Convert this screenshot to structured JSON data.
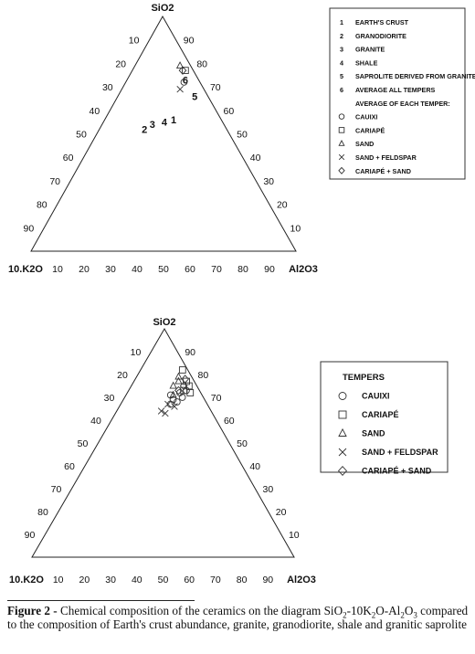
{
  "chart_data": [
    {
      "type": "ternary-scatter",
      "apex_labels": {
        "top": "SiO2",
        "left": "10.K2O",
        "right": "Al2O3"
      },
      "left_axis_ticks": [
        "10",
        "20",
        "30",
        "40",
        "50",
        "60",
        "70",
        "80",
        "90"
      ],
      "right_axis_ticks": [
        "90",
        "80",
        "70",
        "60",
        "50",
        "40",
        "30",
        "20",
        "10"
      ],
      "bottom_axis_ticks": [
        "10",
        "20",
        "30",
        "40",
        "50",
        "60",
        "70",
        "80",
        "90"
      ],
      "legend": [
        {
          "marker": "1",
          "label": "EARTH'S CRUST"
        },
        {
          "marker": "2",
          "label": "GRANODIORITE"
        },
        {
          "marker": "3",
          "label": "GRANITE"
        },
        {
          "marker": "4",
          "label": "SHALE"
        },
        {
          "marker": "5",
          "label": "SAPROLITE DERIVED FROM GRANITE"
        },
        {
          "marker": "6",
          "label": "AVERAGE ALL TEMPERS"
        },
        {
          "marker": "",
          "label": "AVERAGE OF EACH TEMPER:"
        },
        {
          "marker": "circle",
          "label": "CAUIXI"
        },
        {
          "marker": "square",
          "label": "CARIAPÉ"
        },
        {
          "marker": "triangle",
          "label": "SAND"
        },
        {
          "marker": "cross",
          "label": "SAND + FELDSPAR"
        },
        {
          "marker": "diamond",
          "label": "CARIAPÉ + SAND"
        }
      ],
      "numbered_points": [
        {
          "label": "1",
          "SiO2": 56,
          "Al2O3": 26,
          "K2O10": 18
        },
        {
          "label": "2",
          "SiO2": 52,
          "Al2O3": 17,
          "K2O10": 31
        },
        {
          "label": "3",
          "SiO2": 54,
          "Al2O3": 19,
          "K2O10": 27
        },
        {
          "label": "4",
          "SiO2": 55,
          "Al2O3": 23,
          "K2O10": 22
        },
        {
          "label": "5",
          "SiO2": 66,
          "Al2O3": 29,
          "K2O10": 5
        },
        {
          "label": "6",
          "SiO2": 73,
          "Al2O3": 22,
          "K2O10": 5
        }
      ],
      "points": [
        {
          "series": "CAUIXI",
          "marker": "circle",
          "SiO2": 72,
          "Al2O3": 22,
          "K2O10": 6
        },
        {
          "series": "CARIAPÉ",
          "marker": "square",
          "SiO2": 77,
          "Al2O3": 20,
          "K2O10": 3
        },
        {
          "series": "SAND",
          "marker": "triangle",
          "SiO2": 79,
          "Al2O3": 17,
          "K2O10": 4
        },
        {
          "series": "SAND + FELDSPAR",
          "marker": "cross",
          "SiO2": 69,
          "Al2O3": 22,
          "K2O10": 9
        },
        {
          "series": "CARIAPÉ + SAND",
          "marker": "diamond",
          "SiO2": 77,
          "Al2O3": 19,
          "K2O10": 4
        }
      ]
    },
    {
      "type": "ternary-scatter",
      "apex_labels": {
        "top": "SiO2",
        "left": "10.K2O",
        "right": "Al2O3"
      },
      "left_axis_ticks": [
        "10",
        "20",
        "30",
        "40",
        "50",
        "60",
        "70",
        "80",
        "90"
      ],
      "right_axis_ticks": [
        "90",
        "80",
        "70",
        "60",
        "50",
        "40",
        "30",
        "20",
        "10"
      ],
      "bottom_axis_ticks": [
        "10",
        "20",
        "30",
        "40",
        "50",
        "60",
        "70",
        "80",
        "90"
      ],
      "legend_title": "TEMPERS",
      "legend": [
        {
          "marker": "circle",
          "label": "CAUIXI"
        },
        {
          "marker": "square",
          "label": "CARIAPÉ"
        },
        {
          "marker": "triangle",
          "label": "SAND"
        },
        {
          "marker": "cross",
          "label": "SAND + FELDSPAR"
        },
        {
          "marker": "diamond",
          "label": "CARIAPÉ + SAND"
        }
      ],
      "points": [
        {
          "series": "CAUIXI",
          "marker": "circle",
          "SiO2": 69,
          "Al2O3": 19,
          "K2O10": 12
        },
        {
          "series": "CAUIXI",
          "marker": "circle",
          "SiO2": 72,
          "Al2O3": 20,
          "K2O10": 8
        },
        {
          "series": "CAUIXI",
          "marker": "circle",
          "SiO2": 68,
          "Al2O3": 21,
          "K2O10": 11
        },
        {
          "series": "CAUIXI",
          "marker": "circle",
          "SiO2": 71,
          "Al2O3": 17,
          "K2O10": 12
        },
        {
          "series": "CAUIXI",
          "marker": "circle",
          "SiO2": 67,
          "Al2O3": 19,
          "K2O10": 14
        },
        {
          "series": "CAUIXI",
          "marker": "circle",
          "SiO2": 73,
          "Al2O3": 22,
          "K2O10": 5
        },
        {
          "series": "CAUIXI",
          "marker": "circle",
          "SiO2": 70,
          "Al2O3": 22,
          "K2O10": 8
        },
        {
          "series": "CARIAPÉ",
          "marker": "square",
          "SiO2": 82,
          "Al2O3": 16,
          "K2O10": 2
        },
        {
          "series": "CARIAPÉ",
          "marker": "square",
          "SiO2": 77,
          "Al2O3": 20,
          "K2O10": 3
        },
        {
          "series": "CARIAPÉ",
          "marker": "square",
          "SiO2": 75,
          "Al2O3": 22,
          "K2O10": 3
        },
        {
          "series": "CARIAPÉ",
          "marker": "square",
          "SiO2": 72,
          "Al2O3": 24,
          "K2O10": 4
        },
        {
          "series": "CARIAPÉ",
          "marker": "square",
          "SiO2": 73,
          "Al2O3": 21,
          "K2O10": 6
        },
        {
          "series": "SAND",
          "marker": "triangle",
          "SiO2": 79,
          "Al2O3": 16,
          "K2O10": 5
        },
        {
          "series": "SAND",
          "marker": "triangle",
          "SiO2": 77,
          "Al2O3": 17,
          "K2O10": 6
        },
        {
          "series": "SAND",
          "marker": "triangle",
          "SiO2": 75,
          "Al2O3": 16,
          "K2O10": 9
        },
        {
          "series": "SAND",
          "marker": "triangle",
          "SiO2": 71,
          "Al2O3": 18,
          "K2O10": 11
        },
        {
          "series": "SAND + FELDSPAR",
          "marker": "cross",
          "SiO2": 64,
          "Al2O3": 17,
          "K2O10": 19
        },
        {
          "series": "SAND + FELDSPAR",
          "marker": "cross",
          "SiO2": 63,
          "Al2O3": 19,
          "K2O10": 18
        },
        {
          "series": "SAND + FELDSPAR",
          "marker": "cross",
          "SiO2": 67,
          "Al2O3": 18,
          "K2O10": 15
        },
        {
          "series": "SAND + FELDSPAR",
          "marker": "cross",
          "SiO2": 66,
          "Al2O3": 21,
          "K2O10": 13
        },
        {
          "series": "CARIAPÉ + SAND",
          "marker": "diamond",
          "SiO2": 78,
          "Al2O3": 19,
          "K2O10": 3
        },
        {
          "series": "CARIAPÉ + SAND",
          "marker": "diamond",
          "SiO2": 75,
          "Al2O3": 20,
          "K2O10": 5
        },
        {
          "series": "CARIAPÉ + SAND",
          "marker": "diamond",
          "SiO2": 73,
          "Al2O3": 19,
          "K2O10": 8
        }
      ]
    }
  ],
  "caption": {
    "label": "Figure 2 -",
    "text_1": " Chemical composition of the ceramics on the diagram ",
    "formula_si": "SiO",
    "formula_sub1": "2",
    "formula_mid": "-10K",
    "formula_sub2": "2",
    "formula_o": "O-Al",
    "formula_sub3": "2",
    "formula_o2": "O",
    "formula_sub4": "3",
    "text_2": " compared to the composition of Earth's crust abundance, granite, granodiorite, shale and granitic saprolite"
  }
}
